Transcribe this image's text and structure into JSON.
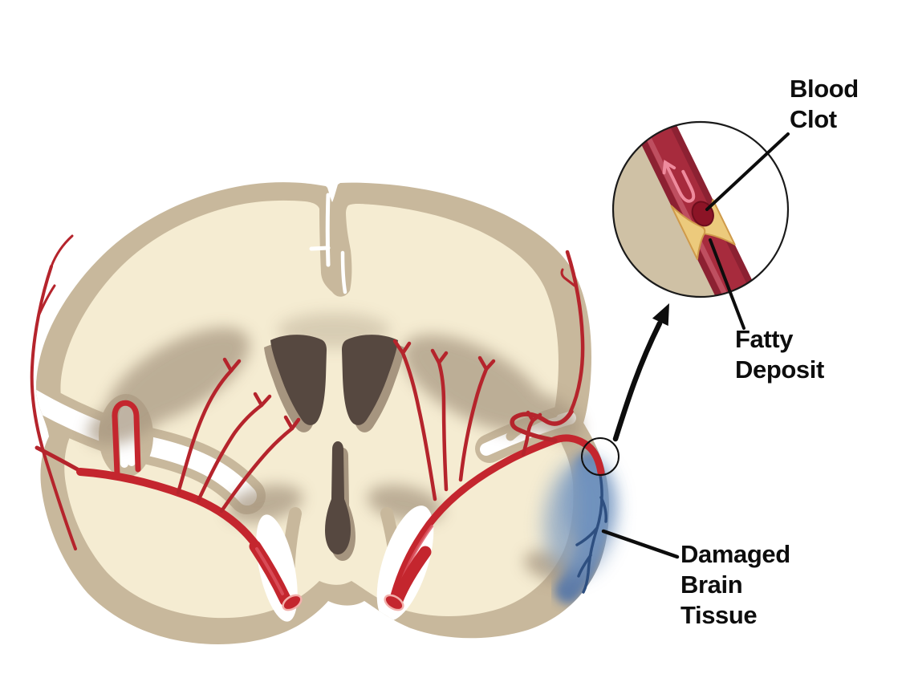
{
  "figure": {
    "type": "medical-illustration",
    "subject": "Ischemic stroke: blood clot blocking a brain artery with resulting damaged brain tissue",
    "labels": {
      "blood_clot": {
        "line1": "Blood",
        "line2": "Clot"
      },
      "fatty_deposit": {
        "line1": "Fatty",
        "line2": "Deposit"
      },
      "damaged_brain_tissue": {
        "line1": "Damaged",
        "line2": "Brain",
        "line3": "Tissue"
      }
    },
    "colors": {
      "background": "#ffffff",
      "brain_cortex_tan": "#c8b89c",
      "brain_inner_cream": "#f5ecd2",
      "ventricle_brown": "#564840",
      "ventricle_shadow": "#a6957f",
      "artery_red": "#c4262e",
      "vessel_wall_dark": "#8c2132",
      "vessel_lumen": "#a72b3d",
      "fatty_deposit_gold": "#ecca7c",
      "fatty_deposit_edge": "#cf9a4a",
      "blood_clot_dark_red": "#8c1426",
      "blocked_flow_arrow_pink": "#ee8b9d",
      "damaged_tissue_blue": "#5878a8",
      "damaged_vessel_blue": "#2e4f80",
      "label_text": "#0d0d0d"
    }
  }
}
